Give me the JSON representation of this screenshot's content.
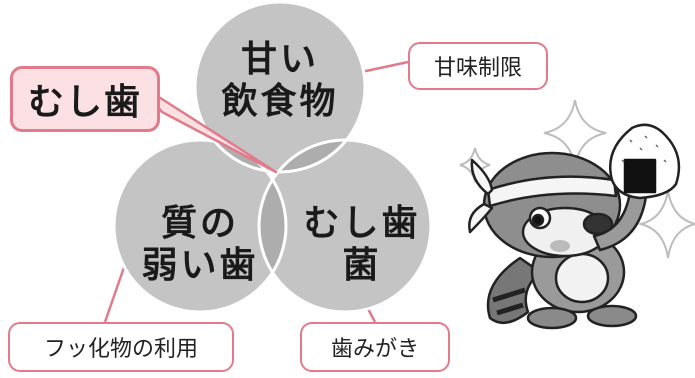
{
  "diagram": {
    "main_label": "むし歯",
    "circles": [
      {
        "id": "sweets",
        "lines": [
          "甘い",
          "飲食物"
        ]
      },
      {
        "id": "weak-teeth",
        "lines": [
          "質の",
          "弱い歯"
        ]
      },
      {
        "id": "bacteria",
        "lines": [
          "むし歯",
          "菌"
        ]
      }
    ],
    "countermeasures": [
      {
        "id": "sugar-limit",
        "label": "甘味制限"
      },
      {
        "id": "fluoride",
        "label": "フッ化物の利用"
      },
      {
        "id": "brushing",
        "label": "歯みがき"
      }
    ]
  },
  "colors": {
    "circle_fill": "#c4c4c4",
    "overlap_fill": "#a9a9a9",
    "accent_pink": "#e27a8a",
    "main_label_bg": "#fbe1e3"
  },
  "illustration": {
    "icon": "mascot-holding-onigiri-icon"
  }
}
